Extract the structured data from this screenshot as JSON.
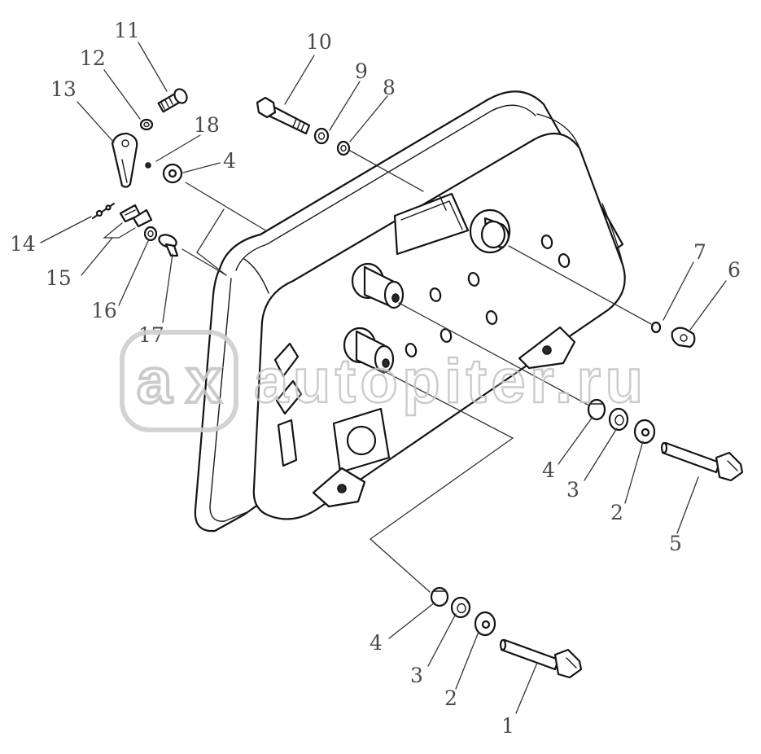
{
  "callouts": [
    "11",
    "12",
    "13",
    "18",
    "4",
    "10",
    "9",
    "8",
    "14",
    "15",
    "16",
    "17",
    "7",
    "6",
    "4",
    "3",
    "2",
    "5",
    "4",
    "3",
    "2",
    "1"
  ],
  "watermark": {
    "logo": "ax",
    "text": "autopiter.ru"
  },
  "colors": {
    "line": "#141414",
    "callout": "#4a4a4a",
    "watermark": "#c6c6c6"
  }
}
